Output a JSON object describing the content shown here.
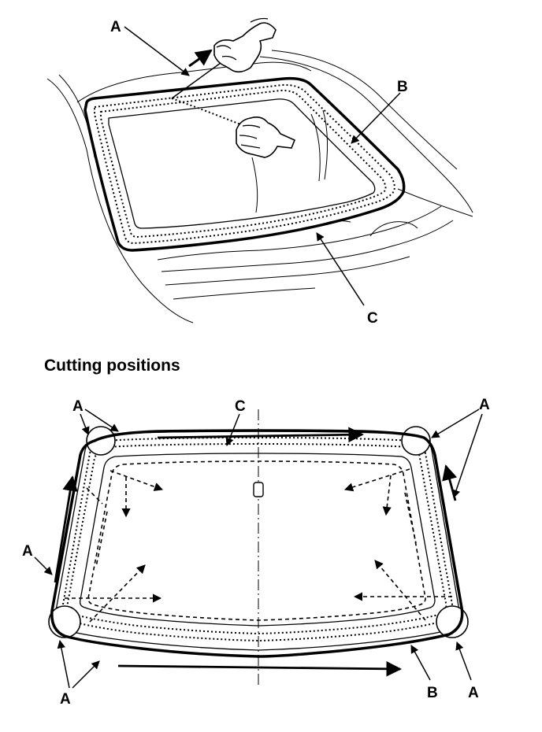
{
  "top_labels": {
    "a": "A",
    "b": "B",
    "c": "C"
  },
  "section_title": "Cutting positions",
  "bottom_labels": {
    "a_top_left": "A",
    "c_top": "C",
    "a_top_right": "A",
    "a_mid_left": "A",
    "a_bottom_left": "A",
    "b_bottom": "B",
    "a_bottom_right": "A"
  }
}
